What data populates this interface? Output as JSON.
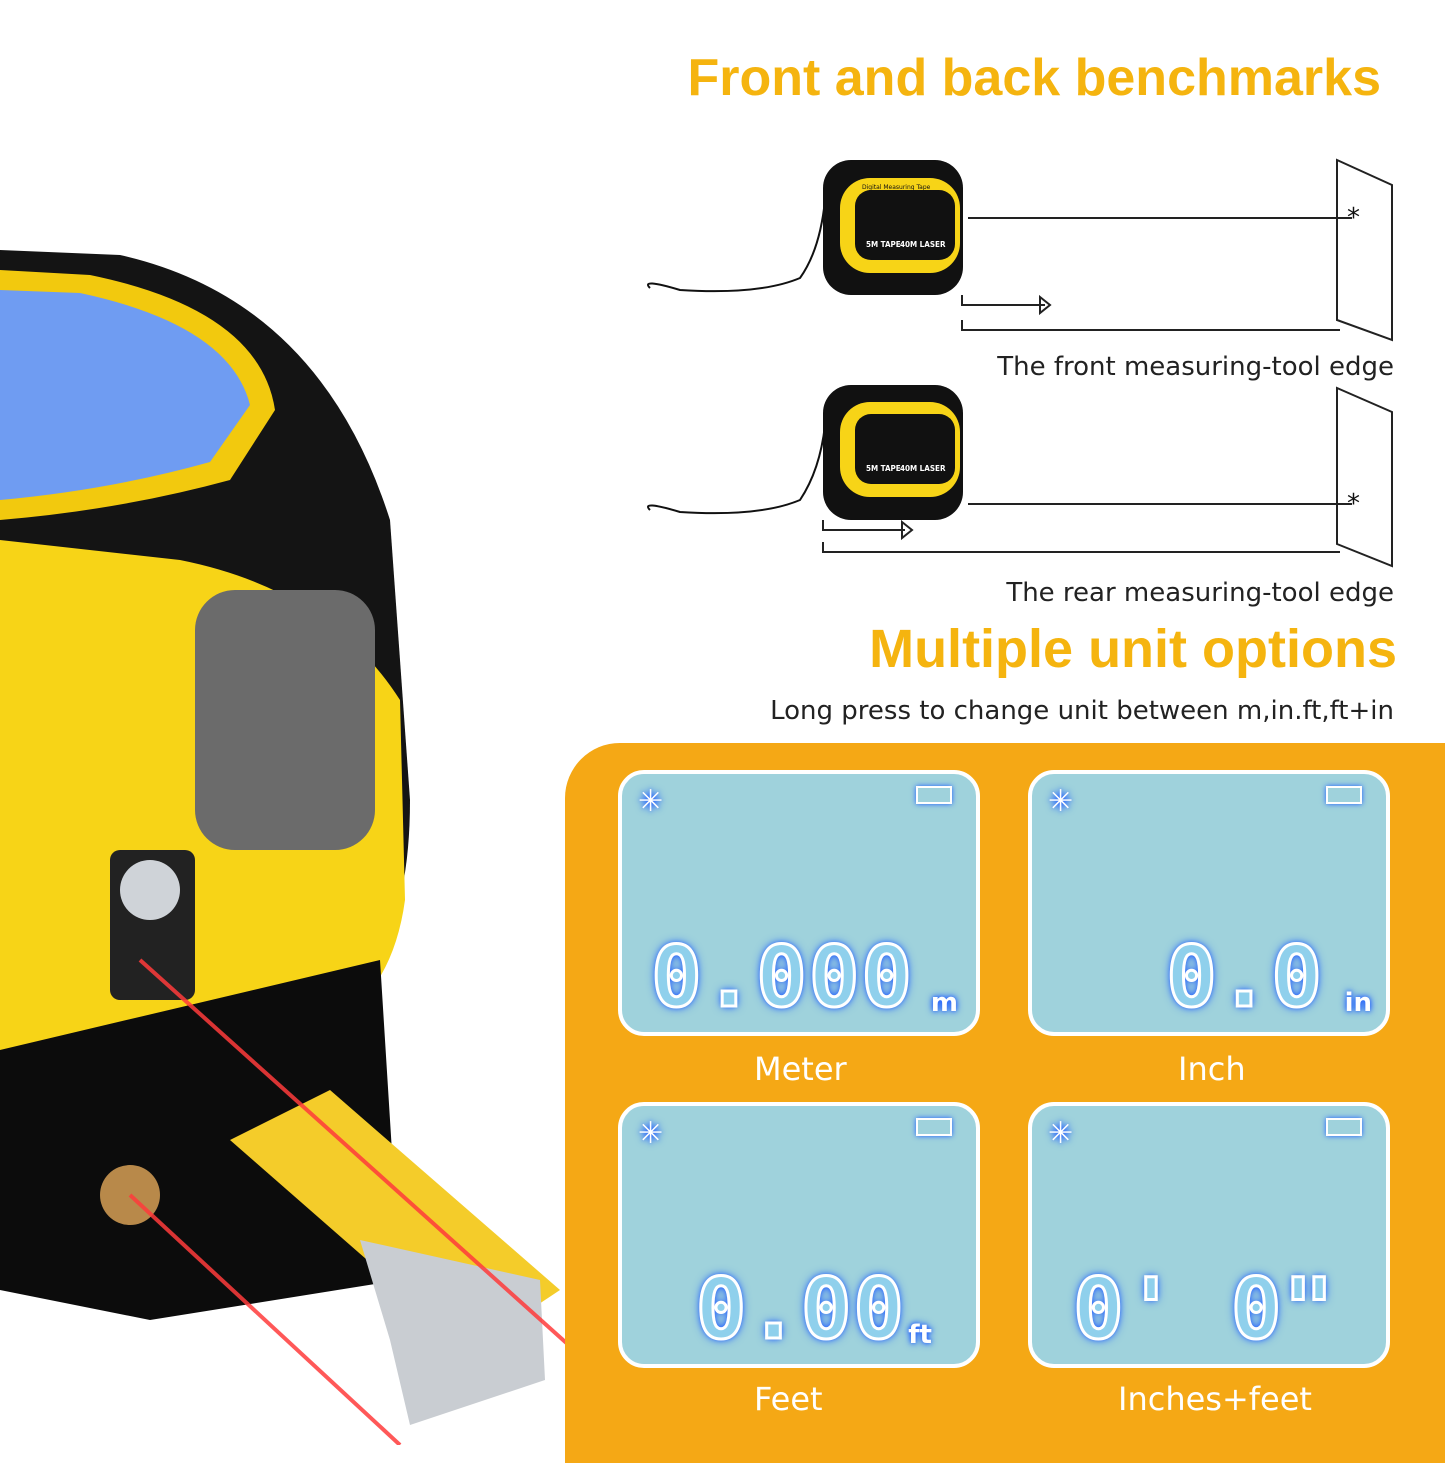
{
  "titles": {
    "benchmarks": "Front and back benchmarks",
    "units": "Multiple unit options"
  },
  "diagram": {
    "front_caption": "The front measuring-tool edge",
    "rear_caption": "The rear measuring-tool edge",
    "device_label": "Digital Measuring Tape",
    "device_tape": "5M TAPE",
    "device_laser": "40M LASER"
  },
  "units_subtitle": "Long press to change unit between m,in.ft,ft+in",
  "screens": [
    {
      "label": "Meter",
      "reading": "0.000",
      "unit": "m"
    },
    {
      "label": "Inch",
      "reading": "0.0",
      "unit": "in"
    },
    {
      "label": "Feet",
      "reading": "0.00",
      "unit": "ft"
    },
    {
      "label": "Inches+feet",
      "reading": "0' 0\"",
      "unit": ""
    }
  ],
  "colors": {
    "accent": "#F5B40F",
    "panel": "#F5A815",
    "lcd": "#9fd2dc",
    "laser": "#ff3b3b",
    "body_yellow": "#F7D417"
  }
}
